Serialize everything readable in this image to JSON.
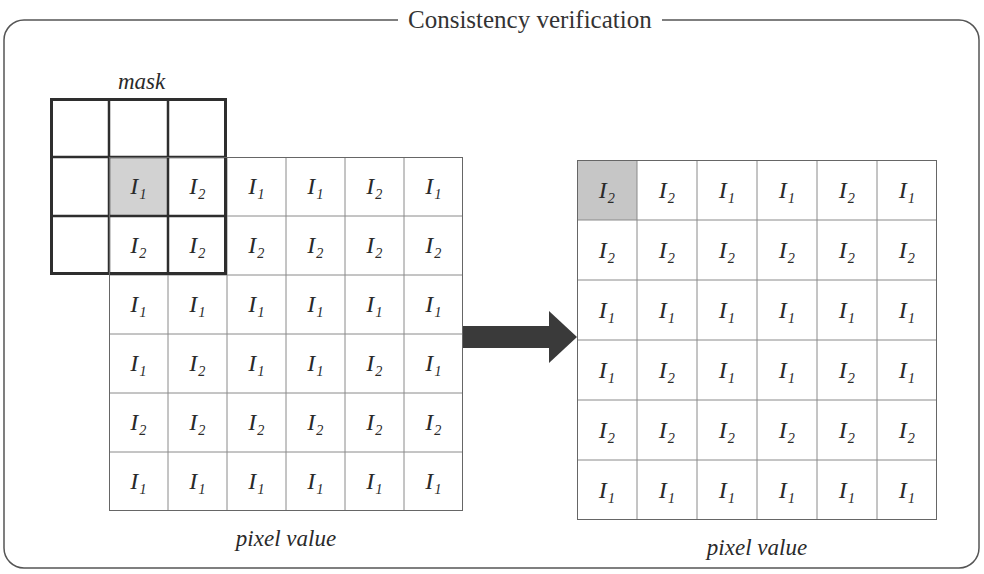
{
  "diagram": {
    "title": "Consistency verification",
    "nodes": [
      {
        "text": [
          "mask"
        ]
      },
      {
        "text": [
          "pixel value"
        ]
      },
      {
        "text": [
          "pixel value"
        ]
      }
    ],
    "edges": [
      {
        "from": 1,
        "to": 2,
        "arrow": "to"
      }
    ],
    "labels": [
      "I₁",
      "I₂",
      "I₁",
      "I₁",
      "I₂",
      "I₁",
      "I₂",
      "I₂",
      "I₂",
      "I₂",
      "I₂",
      "I₂",
      "I₁",
      "I₁",
      "I₁",
      "I₁",
      "I₁",
      "I₁",
      "I₁",
      "I₂",
      "I₁",
      "I₁",
      "I₂",
      "I₁",
      "I₂",
      "I₂",
      "I₂",
      "I₂",
      "I₂",
      "I₂",
      "I₁",
      "I₁",
      "I₁",
      "I₁",
      "I₁",
      "I₁",
      "I₂",
      "I₂",
      "I₁",
      "I₁",
      "I₂",
      "I₁",
      "I₂",
      "I₂",
      "I₂",
      "I₂",
      "I₂",
      "I₂",
      "I₁",
      "I₁",
      "I₁",
      "I₁",
      "I₁",
      "I₁",
      "I₁",
      "I₂",
      "I₁",
      "I₁",
      "I₂",
      "I₁",
      "I₂",
      "I₂",
      "I₂",
      "I₂",
      "I₂",
      "I₂",
      "I₁",
      "I₁",
      "I₁",
      "I₁",
      "I₁",
      "I₁"
    ]
  }
}
